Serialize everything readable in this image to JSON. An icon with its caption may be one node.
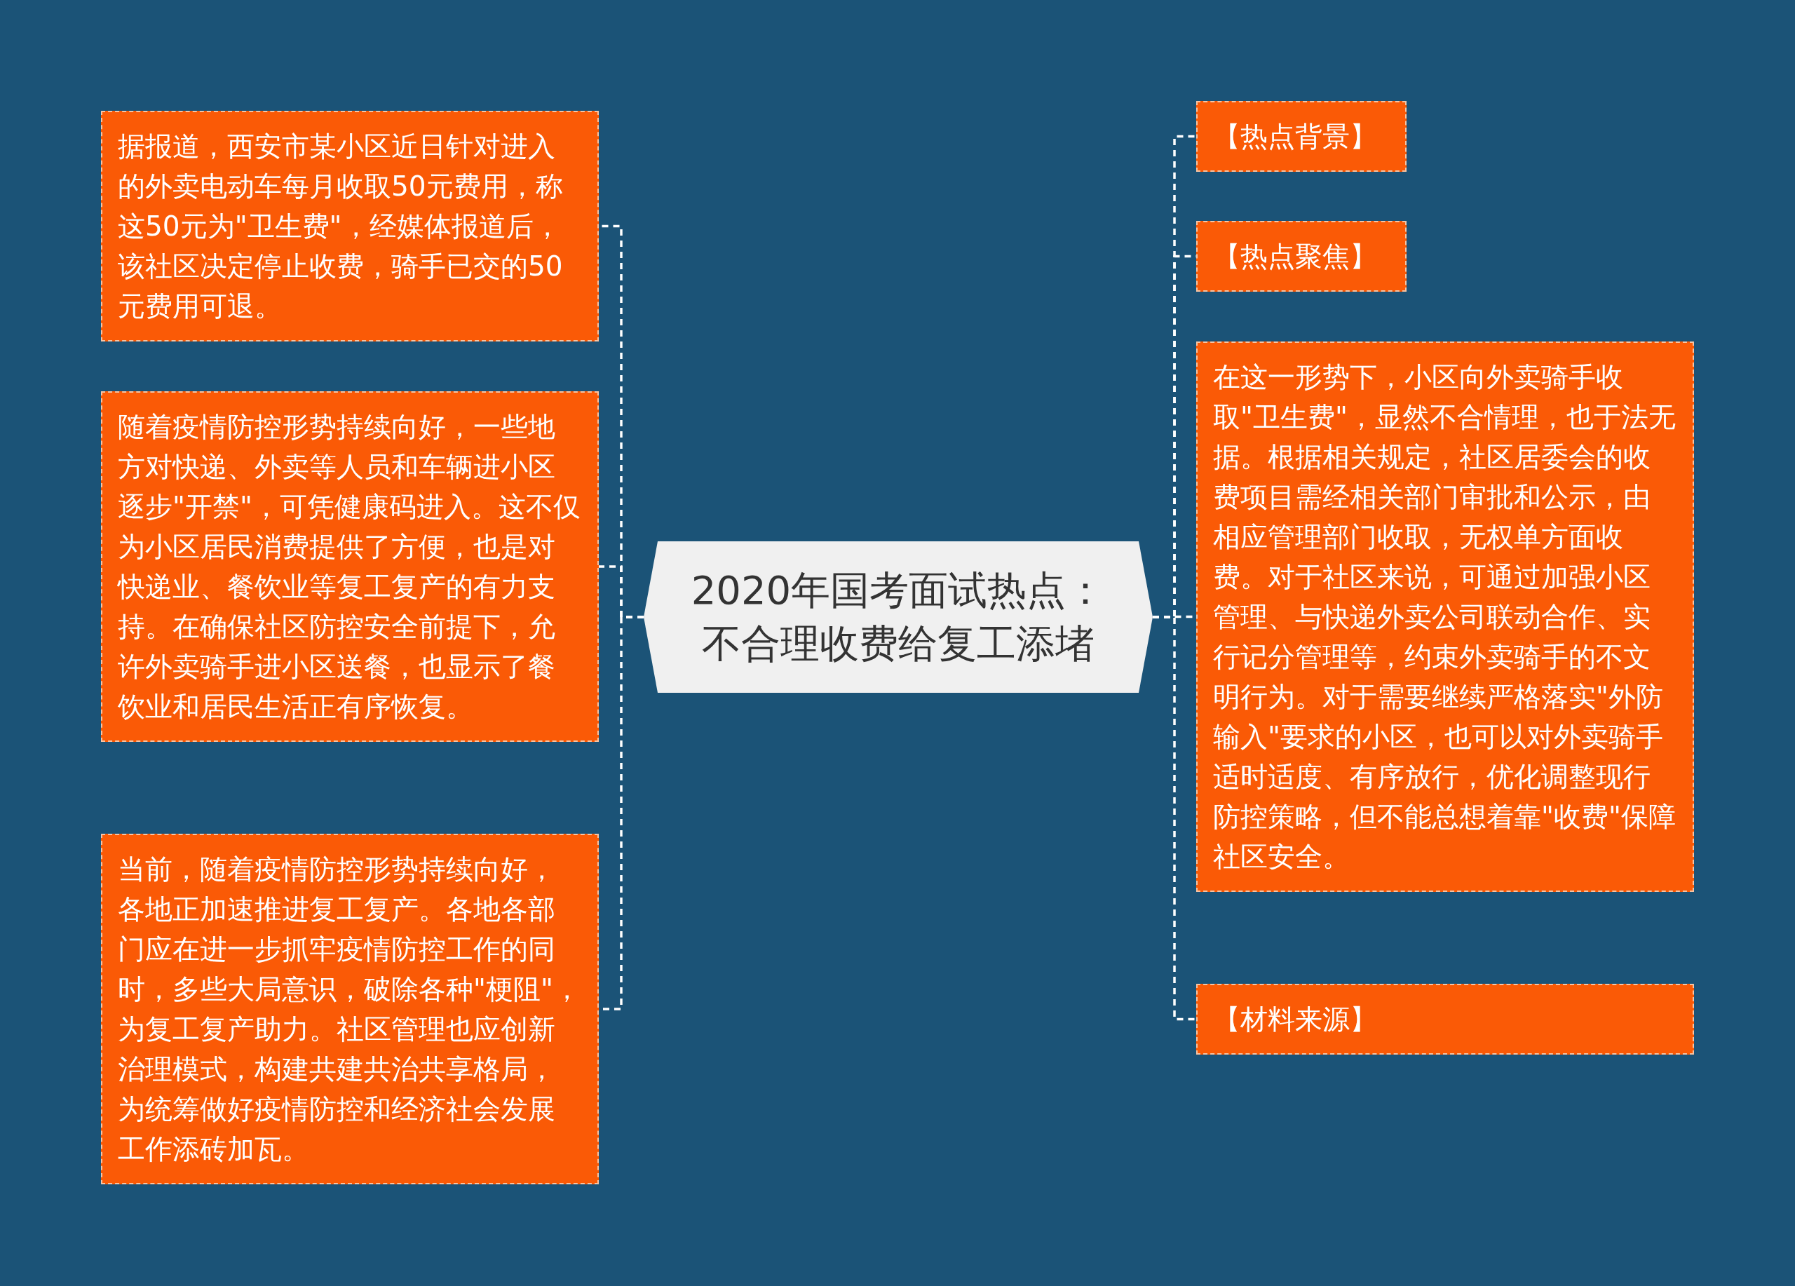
{
  "diagram": {
    "nodes": [
      {
        "text": [
          "2020年国考面试热点：不合理收费给复工添堵"
        ]
      },
      {
        "text": [
          "据报道，西安市某小区近日针对进入的外卖电动车每月收取50元费用，称这50元为\"卫生费\"，经媒体报道后，该社区决定停止收费，骑手已交的50元费用可退。"
        ]
      },
      {
        "text": [
          "随着疫情防控形势持续向好，一些地方对快递、外卖等人员和车辆进小区逐步\"开禁\"，可凭健康码进入。这不仅为小区居民消费提供了方便，也是对快递业、餐饮业等复工复产的有力支持。在确保社区防控安全前提下，允许外卖骑手进小区送餐，也显示了餐饮业和居民生活正有序恢复。"
        ]
      },
      {
        "text": [
          "当前，随着疫情防控形势持续向好，各地正加速推进复工复产。各地各部门应在进一步抓牢疫情防控工作的同时，多些大局意识，破除各种\"梗阻\"，为复工复产助力。社区管理也应创新治理模式，构建共建共治共享格局，为统筹做好疫情防控和经济社会发展工作添砖加瓦。"
        ]
      },
      {
        "text": [
          "【热点背景】"
        ]
      },
      {
        "text": [
          "【热点聚焦】"
        ]
      },
      {
        "text": [
          "在这一形势下，小区向外卖骑手收取\"卫生费\"，显然不合情理，也于法无据。根据相关规定，社区居委会的收费项目需经相关部门审批和公示，由相应管理部门收取，无权单方面收费。对于社区来说，可通过加强小区管理、与快递外卖公司联动合作、实行记分管理等，约束外卖骑手的不文明行为。对于需要继续严格落实\"外防输入\"要求的小区，也可以对外卖骑手适时适度、有序放行，优化调整现行防控策略，但不能总想着靠\"收费\"保障社区安全。"
        ]
      },
      {
        "text": [
          "【材料来源】"
        ]
      }
    ],
    "edges": [
      {
        "from": 0,
        "to": 1,
        "arrow": "none",
        "style": "dashed"
      },
      {
        "from": 0,
        "to": 2,
        "arrow": "none",
        "style": "dashed"
      },
      {
        "from": 0,
        "to": 3,
        "arrow": "none",
        "style": "dashed"
      },
      {
        "from": 0,
        "to": 4,
        "arrow": "none",
        "style": "dashed"
      },
      {
        "from": 0,
        "to": 5,
        "arrow": "none",
        "style": "dashed"
      },
      {
        "from": 0,
        "to": 6,
        "arrow": "none",
        "style": "dashed"
      },
      {
        "from": 0,
        "to": 7,
        "arrow": "none",
        "style": "dashed"
      }
    ]
  }
}
